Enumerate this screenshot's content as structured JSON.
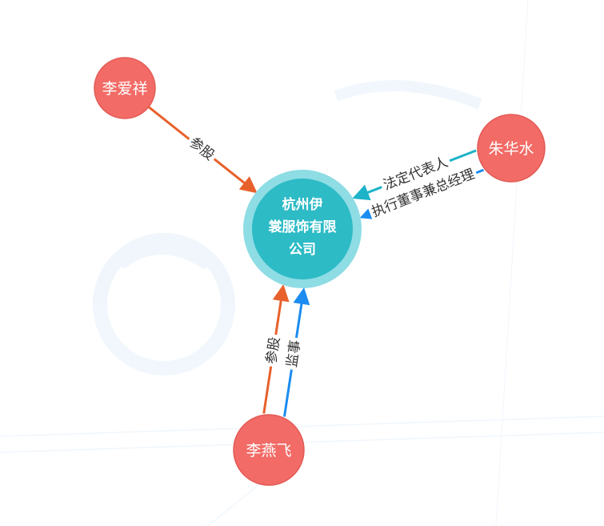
{
  "colors": {
    "person_fill": "#F26B66",
    "person_stroke": "#E25B56",
    "company_fill": "#2DBBC6",
    "company_halo": "#8EDCE4",
    "equity_edge": "#E8612C",
    "supervisor_edge": "#1C8CF0",
    "legal_rep_edge": "#1DB3C8",
    "label_text": "#333333",
    "watermark": "#3D8FE0"
  },
  "company": {
    "label_lines": [
      "杭州伊",
      "裳服饰有限",
      "公司"
    ]
  },
  "people": [
    {
      "id": "li-aixiang",
      "label": "李爱祥"
    },
    {
      "id": "zhu-huashui",
      "label": "朱华水"
    },
    {
      "id": "li-yanfei",
      "label": "李燕飞"
    }
  ],
  "relations": [
    {
      "from": "li-aixiang",
      "label": "参股",
      "kind": "equity"
    },
    {
      "from": "zhu-huashui",
      "label": "执行董事兼总经理",
      "kind": "supervisor"
    },
    {
      "from": "zhu-huashui",
      "label": "法定代表人",
      "kind": "legal_rep"
    },
    {
      "from": "li-yanfei",
      "label": "参股",
      "kind": "equity"
    },
    {
      "from": "li-yanfei",
      "label": "监事",
      "kind": "supervisor"
    }
  ]
}
